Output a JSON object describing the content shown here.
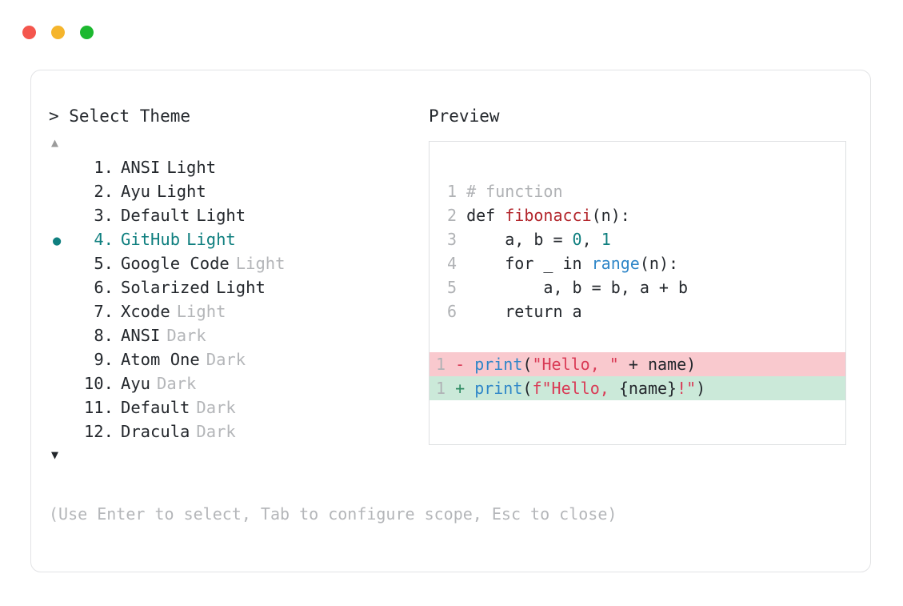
{
  "window": {
    "traffic_lights": [
      {
        "name": "close",
        "color": "#f4564d"
      },
      {
        "name": "minimize",
        "color": "#f5b52c"
      },
      {
        "name": "maximize",
        "color": "#1cb82f"
      }
    ]
  },
  "left": {
    "prompt": "> Select Theme",
    "arrow_up": "▲",
    "arrow_down": "▼",
    "selected_index": 4,
    "selected_bullet": "●",
    "accent": "#0f7f7f",
    "items": [
      {
        "num": "1.",
        "name": "ANSI",
        "variant": "Light",
        "variant_muted": false
      },
      {
        "num": "2.",
        "name": "Ayu",
        "variant": "Light",
        "variant_muted": false
      },
      {
        "num": "3.",
        "name": "Default",
        "variant": "Light",
        "variant_muted": false
      },
      {
        "num": "4.",
        "name": "GitHub",
        "variant": "Light",
        "variant_muted": false
      },
      {
        "num": "5.",
        "name": "Google Code",
        "variant": "Light",
        "variant_muted": true
      },
      {
        "num": "6.",
        "name": "Solarized",
        "variant": "Light",
        "variant_muted": false
      },
      {
        "num": "7.",
        "name": "Xcode",
        "variant": "Light",
        "variant_muted": true
      },
      {
        "num": "8.",
        "name": "ANSI",
        "variant": "Dark",
        "variant_muted": true
      },
      {
        "num": "9.",
        "name": "Atom One",
        "variant": "Dark",
        "variant_muted": true
      },
      {
        "num": "10.",
        "name": "Ayu",
        "variant": "Dark",
        "variant_muted": true
      },
      {
        "num": "11.",
        "name": "Default",
        "variant": "Dark",
        "variant_muted": true
      },
      {
        "num": "12.",
        "name": "Dracula",
        "variant": "Dark",
        "variant_muted": true
      }
    ],
    "hint": "(Use Enter to select, Tab to configure scope, Esc to close)"
  },
  "right": {
    "label": "Preview",
    "code_lines": [
      {
        "number": "1",
        "tokens": [
          {
            "text": "# function",
            "type": "comment"
          }
        ]
      },
      {
        "number": "2",
        "tokens": [
          {
            "text": "def ",
            "type": "kw"
          },
          {
            "text": "fibonacci",
            "type": "fn"
          },
          {
            "text": "(n):",
            "type": "plain"
          }
        ]
      },
      {
        "number": "3",
        "tokens": [
          {
            "text": "    a, b = ",
            "type": "plain"
          },
          {
            "text": "0",
            "type": "num"
          },
          {
            "text": ", ",
            "type": "plain"
          },
          {
            "text": "1",
            "type": "num"
          }
        ]
      },
      {
        "number": "4",
        "tokens": [
          {
            "text": "    for _ in ",
            "type": "plain"
          },
          {
            "text": "range",
            "type": "builtin"
          },
          {
            "text": "(n):",
            "type": "plain"
          }
        ]
      },
      {
        "number": "5",
        "tokens": [
          {
            "text": "        a, b = b, a + b",
            "type": "plain"
          }
        ]
      },
      {
        "number": "6",
        "tokens": [
          {
            "text": "    return a",
            "type": "plain"
          }
        ]
      }
    ],
    "diff_lines": [
      {
        "number": "1",
        "marker": "-",
        "kind": "del",
        "bg": "#f9c9ce",
        "tokens": [
          {
            "text": "print",
            "type": "builtin"
          },
          {
            "text": "(",
            "type": "plain"
          },
          {
            "text": "\"Hello, \"",
            "type": "str"
          },
          {
            "text": " + name)",
            "type": "plain"
          }
        ]
      },
      {
        "number": "1",
        "marker": "+",
        "kind": "add",
        "bg": "#cbe9d9",
        "tokens": [
          {
            "text": "print",
            "type": "builtin"
          },
          {
            "text": "(",
            "type": "plain"
          },
          {
            "text": "f\"Hello, ",
            "type": "str"
          },
          {
            "text": "{name}",
            "type": "plain"
          },
          {
            "text": "!\"",
            "type": "str"
          },
          {
            "text": ")",
            "type": "plain"
          }
        ]
      }
    ]
  }
}
